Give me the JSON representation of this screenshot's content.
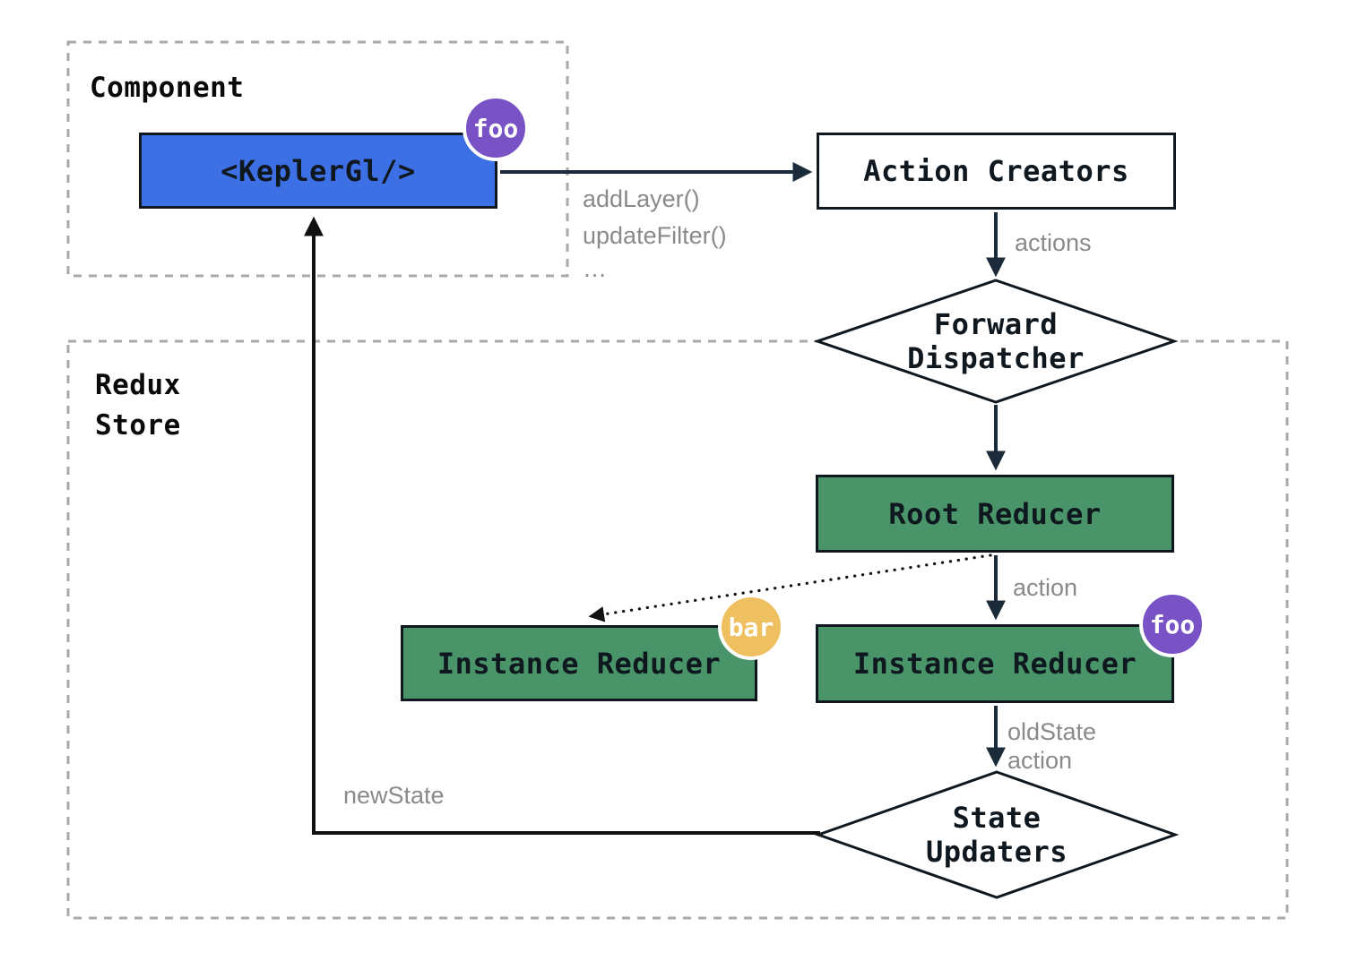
{
  "groups": {
    "component": {
      "label": "Component"
    },
    "redux_store": {
      "lines": [
        "Redux",
        "Store"
      ]
    }
  },
  "nodes": {
    "kepler_gl": {
      "label": "<KeplerGl/>"
    },
    "action_creators": {
      "label": "Action Creators"
    },
    "forward_dispatcher": {
      "lines": [
        "Forward",
        "Dispatcher"
      ]
    },
    "root_reducer": {
      "label": "Root Reducer"
    },
    "instance_reducer_left": {
      "label": "Instance Reducer"
    },
    "instance_reducer_right": {
      "label": "Instance Reducer"
    },
    "state_updaters": {
      "lines": [
        "State",
        "Updaters"
      ]
    }
  },
  "badges": {
    "component_foo": "foo",
    "reducer_foo": "foo",
    "reducer_bar": "bar"
  },
  "edge_labels": {
    "method_calls": [
      "addLayer()",
      "updateFilter()",
      "…"
    ],
    "actions": "actions",
    "action": "action",
    "old_state": "oldState",
    "old_state_action": "action",
    "new_state": "newState"
  },
  "colors": {
    "component_node_fill": "#3D70E4",
    "reducer_node_fill": "#4A9469",
    "badge_foo": "#7952C5",
    "badge_bar": "#EFC05F",
    "arrow": "#1C2B3A",
    "line_black": "#111111",
    "muted_text": "#8A8A8A",
    "dashed_border": "#A9A9A9"
  }
}
